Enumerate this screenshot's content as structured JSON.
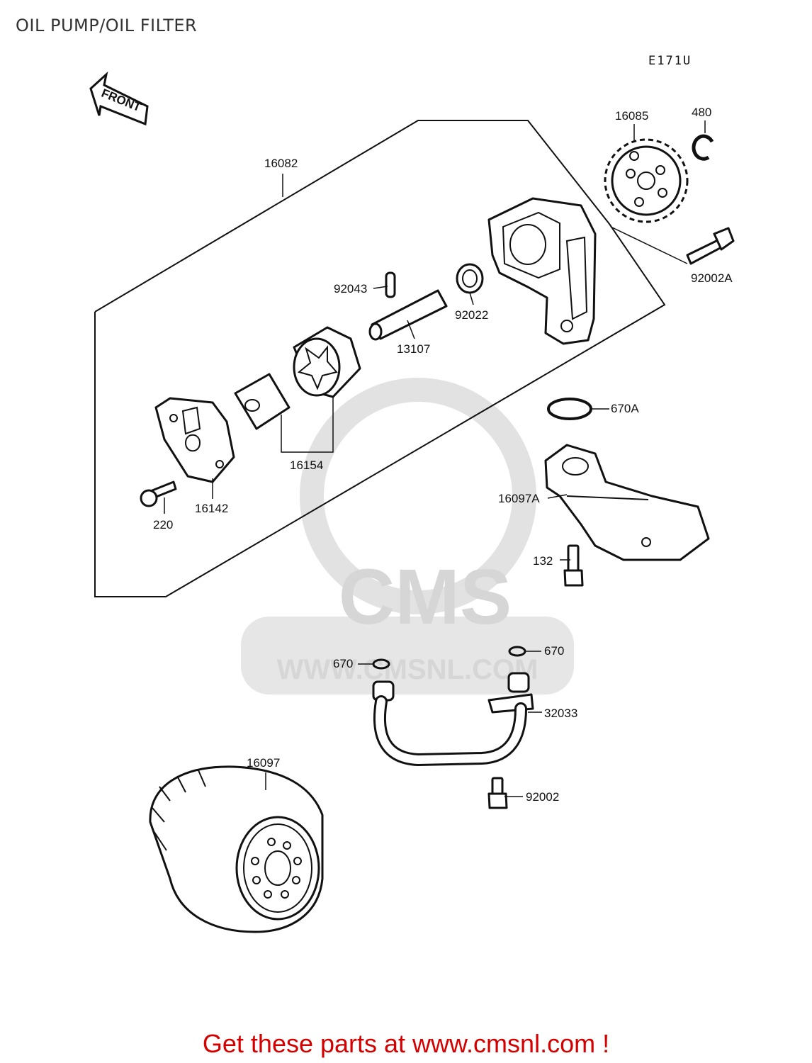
{
  "page": {
    "title": "OIL PUMP/OIL FILTER",
    "diagram_code": "E171U",
    "footer": "Get these parts at www.cmsnl.com !"
  },
  "front_arrow": {
    "label": "FRONT"
  },
  "watermark": {
    "logo_text": "CMS",
    "url_text": "WWW.CMSNL.COM"
  },
  "callouts": {
    "p16082": "16082",
    "p16085": "16085",
    "p480": "480",
    "p92002A": "92002A",
    "p92043": "92043",
    "p92022": "92022",
    "p13107": "13107",
    "p670A": "670A",
    "p16154": "16154",
    "p16142": "16142",
    "p220": "220",
    "p16097A": "16097A",
    "p132": "132",
    "p670_left": "670",
    "p670_right": "670",
    "p32033": "32033",
    "p16097": "16097",
    "p92002": "92002"
  }
}
